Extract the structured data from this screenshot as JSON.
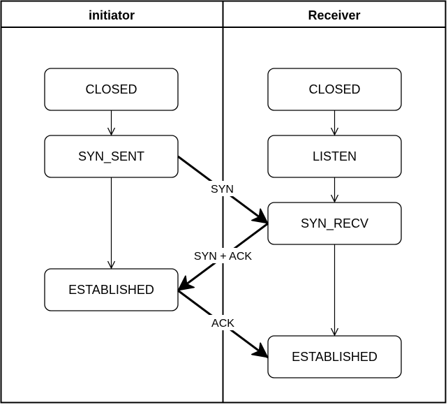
{
  "lanes": {
    "left": "initiator",
    "right": "Receiver"
  },
  "states": {
    "initiator_closed": "CLOSED",
    "initiator_syn_sent": "SYN_SENT",
    "initiator_established": "ESTABLISHED",
    "receiver_closed": "CLOSED",
    "receiver_listen": "LISTEN",
    "receiver_syn_recv": "SYN_RECV",
    "receiver_established": "ESTABLISHED"
  },
  "messages": {
    "syn": "SYN",
    "syn_ack": "SYN + ACK",
    "ack": "ACK"
  },
  "colors": {
    "stroke": "#000000",
    "background": "#ffffff"
  }
}
